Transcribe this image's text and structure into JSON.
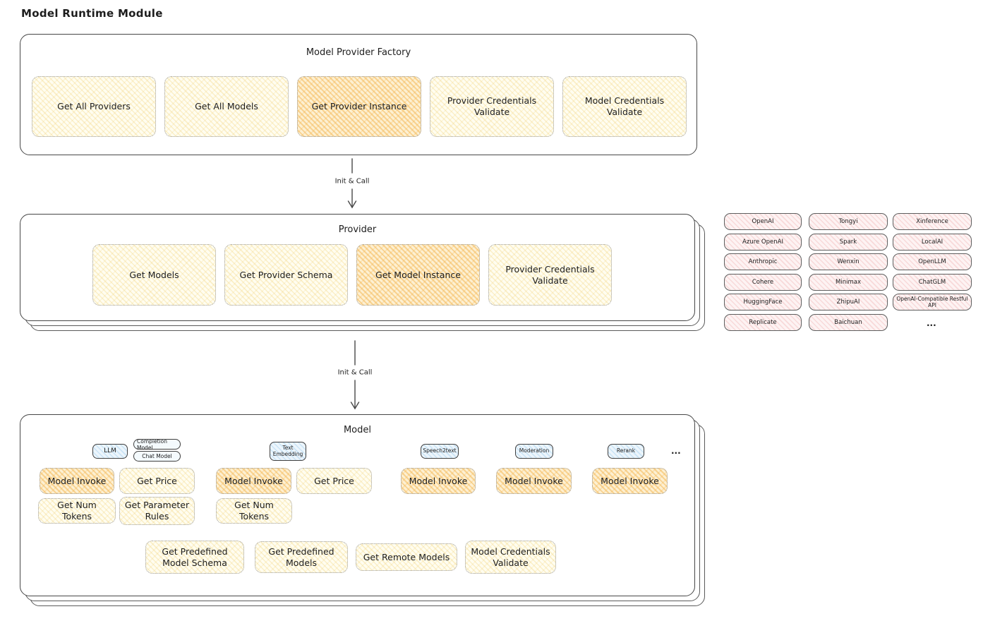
{
  "title": "Model Runtime Module",
  "factory": {
    "title": "Model Provider Factory",
    "boxes": [
      {
        "label": "Get All Providers",
        "highlighted": false
      },
      {
        "label": "Get All Models",
        "highlighted": false
      },
      {
        "label": "Get Provider Instance",
        "highlighted": true
      },
      {
        "label": "Provider Credentials Validate",
        "highlighted": false
      },
      {
        "label": "Model Credentials Validate",
        "highlighted": false
      }
    ]
  },
  "arrow1": {
    "label": "Init & Call"
  },
  "arrow2": {
    "label": "Init & Call"
  },
  "provider": {
    "title": "Provider",
    "boxes": [
      {
        "label": "Get Models",
        "highlighted": false
      },
      {
        "label": "Get Provider Schema",
        "highlighted": false
      },
      {
        "label": "Get Model Instance",
        "highlighted": true
      },
      {
        "label": "Provider Credentials Validate",
        "highlighted": false
      }
    ]
  },
  "providers": {
    "col1": [
      "OpenAI",
      "Azure OpenAI",
      "Anthropic",
      "Cohere",
      "HuggingFace",
      "Replicate"
    ],
    "col2": [
      "Tongyi",
      "Spark",
      "Wenxin",
      "Minimax",
      "ZhipuAI",
      "Baichuan"
    ],
    "col3": [
      "Xinference",
      "LocalAI",
      "OpenLLM",
      "ChatGLM",
      "OpenAI-Compatible Restful API"
    ],
    "more": "..."
  },
  "model": {
    "title": "Model",
    "tags": {
      "llm": "LLM",
      "completion_model": "Completion Model",
      "chat_model": "Chat Model",
      "text_embedding": "Text Embedding",
      "speech2text": "Speech2text",
      "moderation": "Moderation",
      "rerank": "Rerank"
    },
    "more": "...",
    "boxes": {
      "model_invoke": "Model Invoke",
      "get_price": "Get Price",
      "get_num_tokens": "Get Num Tokens",
      "get_parameter_rules": "Get Parameter Rules",
      "get_predefined_model_schema": "Get Predefined Model Schema",
      "get_predefined_models": "Get Predefined Models",
      "get_remote_models": "Get Remote Models",
      "model_credentials_validate": "Model Credentials Validate"
    }
  },
  "colors": {
    "box_yellow": "#fffdf0",
    "box_yellow_hatch": "#f0cd69",
    "box_orange_highlight": "#fdf0d2",
    "box_orange_hatch": "#f3b248",
    "tag_blue": "#ecf5fc",
    "provider_pink": "#fdf3f3",
    "ink": "#1d1d1d"
  }
}
